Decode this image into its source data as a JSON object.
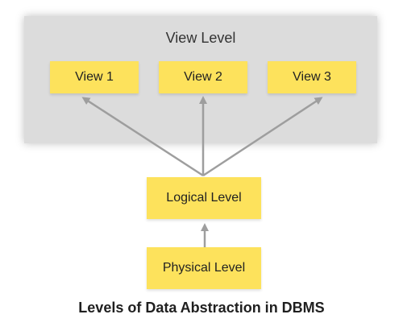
{
  "view_level": {
    "title": "View Level",
    "views": [
      "View 1",
      "View 2",
      "View 3"
    ]
  },
  "logical_level": {
    "label": "Logical Level"
  },
  "physical_level": {
    "label": "Physical Level"
  },
  "caption": "Levels of Data Abstraction in DBMS",
  "colors": {
    "box_fill": "#fde25c",
    "panel_fill": "#dcdcdc",
    "arrow": "#9e9e9e"
  }
}
